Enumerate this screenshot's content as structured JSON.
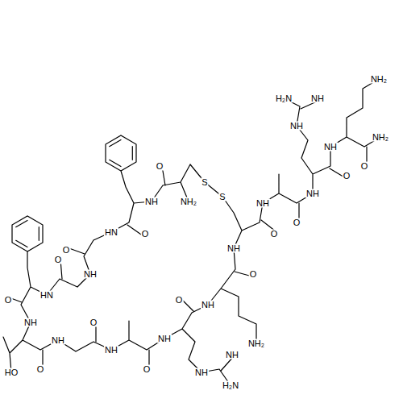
{
  "diagram": {
    "labels": [
      "NH₂",
      "O",
      "S",
      "S",
      "NH",
      "O",
      "HN",
      "O",
      "NH",
      "O",
      "HN",
      "O",
      "NH",
      "HO",
      "O",
      "NH",
      "O",
      "NH",
      "O",
      "NH",
      "O",
      "NH",
      "NH",
      "H₂N",
      "NH",
      "NH₂",
      "O",
      "NH",
      "O",
      "NH",
      "O",
      "NH",
      "NH",
      "NH",
      "H₂N",
      "O",
      "NH",
      "O",
      "NH₂",
      "NH₂"
    ]
  }
}
